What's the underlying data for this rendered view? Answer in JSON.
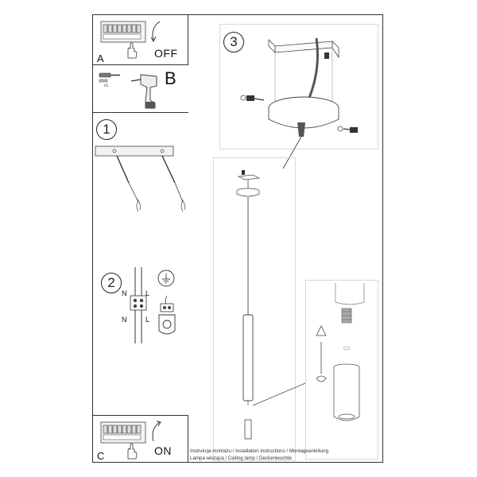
{
  "steps": {
    "a": {
      "letter": "A",
      "state": "OFF"
    },
    "b": {
      "letter": "B"
    },
    "c": {
      "letter": "C",
      "state": "ON"
    },
    "step1": "1",
    "step2": "2",
    "step3": "3"
  },
  "wiring": {
    "n_top": "N",
    "l_top": "L",
    "n_bottom": "N",
    "l_bottom": "L"
  },
  "drill_hint": "x1",
  "caption": {
    "line1": "Instrukcja montażu / Installation instructions / Montageanleitung",
    "line2": "Lampa wisząca / Ceiling lamp / Deckenleuchte"
  },
  "icons": [
    "fuse-box-icon",
    "hand-icon",
    "rotate-arrow-icon",
    "drill-icon",
    "wall-plug-icon",
    "ground-symbol-icon",
    "terminal-block-icon"
  ]
}
